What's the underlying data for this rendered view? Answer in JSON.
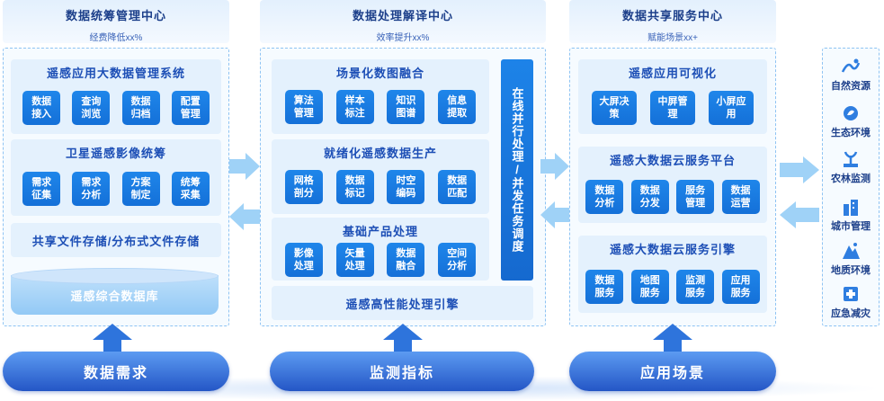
{
  "columns": [
    {
      "title": "数据统筹管理中心",
      "subtitle": "经费降低xx%"
    },
    {
      "title": "数据处理解译中心",
      "subtitle": "效率提升xx%"
    },
    {
      "title": "数据共享服务中心",
      "subtitle": "赋能场景xx+"
    }
  ],
  "left": {
    "sec1": {
      "title": "遥感应用大数据管理系统",
      "tiles": [
        "数据接入",
        "查询浏览",
        "数据归档",
        "配置管理"
      ]
    },
    "sec2": {
      "title": "卫星遥感影像统筹",
      "tiles": [
        "需求征集",
        "需求分析",
        "方案制定",
        "统筹采集"
      ]
    },
    "storage": "共享文件存储/分布式文件存储",
    "database": "遥感综合数据库"
  },
  "middle": {
    "sec1": {
      "title": "场景化数图融合",
      "tiles": [
        "算法管理",
        "样本标注",
        "知识图谱",
        "信息提取"
      ]
    },
    "sec2": {
      "title": "就绪化遥感数据生产",
      "tiles": [
        "网格剖分",
        "数据标记",
        "时空编码",
        "数据匹配"
      ]
    },
    "sec3": {
      "title": "基础产品处理",
      "tiles": [
        "影像处理",
        "矢量处理",
        "数据融合",
        "空间分析"
      ]
    },
    "engine": "遥感高性能处理引擎",
    "vertical": "在线并行处理/并发任务调度"
  },
  "right": {
    "sec1": {
      "title": "遥感应用可视化",
      "tiles": [
        "大屏决策",
        "中屏管理",
        "小屏应用"
      ]
    },
    "sec2": {
      "title": "遥感大数据云服务平台",
      "tiles": [
        "数据分析",
        "数据分发",
        "服务管理",
        "数据运营"
      ]
    },
    "sec3": {
      "title": "遥感大数据云服务引擎",
      "tiles": [
        "数据服务",
        "地图服务",
        "监测服务",
        "应用服务"
      ]
    }
  },
  "side": [
    {
      "label": "自然资源",
      "icon": "nature-resource-icon"
    },
    {
      "label": "生态环境",
      "icon": "ecology-icon"
    },
    {
      "label": "农林监测",
      "icon": "agriculture-icon"
    },
    {
      "label": "城市管理",
      "icon": "city-icon"
    },
    {
      "label": "地质环境",
      "icon": "geology-icon"
    },
    {
      "label": "应急减灾",
      "icon": "emergency-icon"
    }
  ],
  "bottom": [
    "数据需求",
    "监测指标",
    "应用场景"
  ],
  "colors": {
    "tile": "#1f86ea",
    "panel": "#e4f1fd",
    "pill": "#2456c6",
    "heading": "#1c3f8a"
  }
}
